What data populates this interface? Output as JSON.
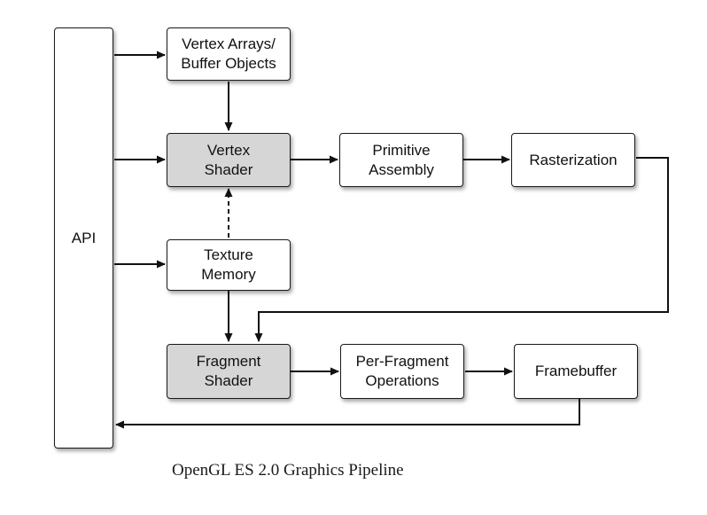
{
  "diagram": {
    "api_label": "API",
    "nodes": {
      "vertex_arrays": "Vertex Arrays/\nBuffer Objects",
      "vertex_shader": "Vertex\nShader",
      "primitive_assembly": "Primitive\nAssembly",
      "rasterization": "Rasterization",
      "texture_memory": "Texture\nMemory",
      "fragment_shader": "Fragment\nShader",
      "per_fragment_operations": "Per-Fragment\nOperations",
      "framebuffer": "Framebuffer"
    },
    "caption": "OpenGL ES 2.0 Graphics Pipeline"
  },
  "colors": {
    "shaded_box": "#d6d6d6",
    "plain_box": "#ffffff",
    "line": "#111111"
  }
}
